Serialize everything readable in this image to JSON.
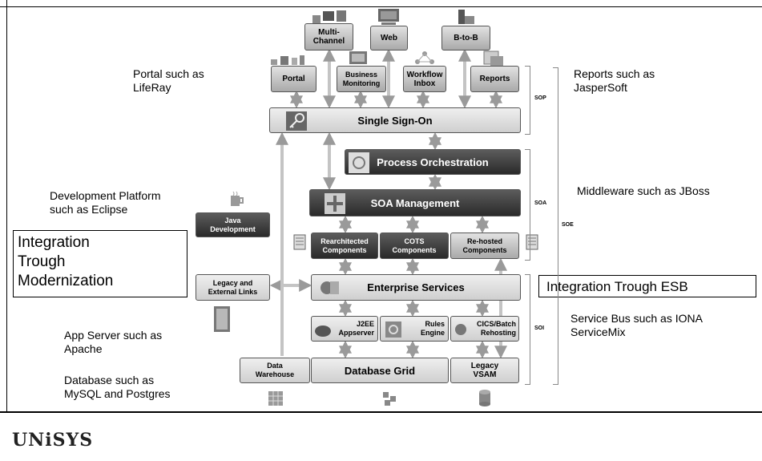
{
  "annotations": {
    "portal": [
      "Portal such as",
      "LifeRay"
    ],
    "reports": [
      "Reports such as",
      "JasperSoft"
    ],
    "devplatform": [
      "Development Platform",
      "such as Eclipse"
    ],
    "middleware": "Middleware such as JBoss",
    "servicebus": [
      "Service Bus such as IONA",
      "ServiceMix"
    ],
    "appserver": [
      "App Server such as",
      "Apache"
    ],
    "database": [
      "Database such as",
      "MySQL and Postgres"
    ],
    "integration_modernization": [
      "Integration",
      "Trough",
      "Modernization"
    ],
    "integration_esb": "Integration Trough ESB"
  },
  "channels": [
    {
      "id": "multichannel",
      "lines": [
        "Multi-",
        "Channel"
      ]
    },
    {
      "id": "web",
      "lines": [
        "Web"
      ]
    },
    {
      "id": "btob",
      "lines": [
        "B-to-B"
      ]
    }
  ],
  "tier": [
    {
      "id": "portal",
      "lines": [
        "Portal"
      ]
    },
    {
      "id": "business-monitoring",
      "lines": [
        "Business",
        "Monitoring"
      ]
    },
    {
      "id": "workflow-inbox",
      "lines": [
        "Workflow",
        "Inbox"
      ]
    },
    {
      "id": "reports",
      "lines": [
        "Reports"
      ]
    }
  ],
  "sso": "Single Sign-On",
  "process_orchestration": "Process Orchestration",
  "soa_management": "SOA Management",
  "java_development": [
    "Java",
    "Development"
  ],
  "components": [
    {
      "id": "rearchitected",
      "lines": [
        "Rearchitected",
        "Components"
      ]
    },
    {
      "id": "cots",
      "lines": [
        "COTS",
        "Components"
      ]
    },
    {
      "id": "rehosted",
      "lines": [
        "Re-hosted",
        "Components"
      ]
    }
  ],
  "legacy_links": [
    "Legacy and",
    "External Links"
  ],
  "enterprise_services": "Enterprise Services",
  "engines": [
    {
      "id": "j2ee",
      "lines": [
        "J2EE",
        "Appserver"
      ]
    },
    {
      "id": "rules",
      "lines": [
        "Rules",
        "Engine"
      ]
    },
    {
      "id": "cics",
      "lines": [
        "CICS/Batch",
        "Rehosting"
      ]
    }
  ],
  "data_warehouse": [
    "Data",
    "Warehouse"
  ],
  "database_grid": "Database Grid",
  "legacy_vsam": [
    "Legacy",
    "VSAM"
  ],
  "brackets": {
    "sop": "SOP",
    "soa": "SOA",
    "soe": "SOE",
    "soi": "SOI"
  },
  "logo": "UNiSYS",
  "colors": {
    "dark_box": "#2a2a2a",
    "grey_box": "#b5b5b5",
    "arrow": "#bdbdbd"
  }
}
